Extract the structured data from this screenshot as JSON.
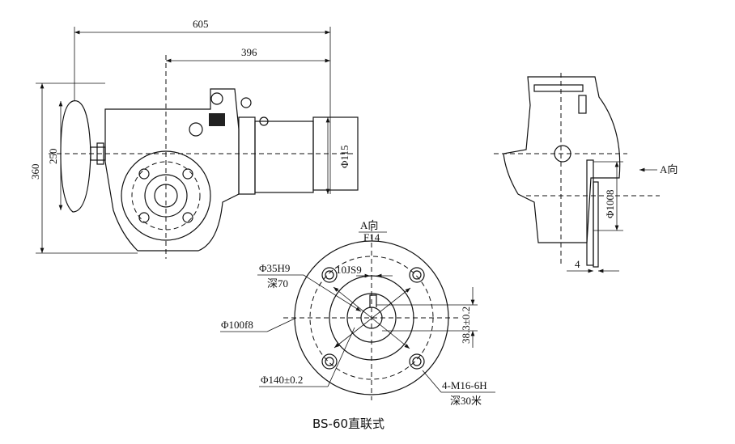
{
  "front_view": {
    "dim_overall_length": "605",
    "dim_center_to_end": "396",
    "dim_height": "360",
    "dim_handwheel": "250",
    "dim_motor_dia": "Φ115"
  },
  "side_view": {
    "dim_flange": "Φ1008",
    "dim_offset": "4",
    "view_arrow_label": "A向"
  },
  "flange_view": {
    "view_label": "A向",
    "flange_code": "F14",
    "bore": "Φ35H9",
    "bore_depth": "深70",
    "keyway": "10JS9",
    "key_height": "38.3±0.2",
    "spigot": "Φ100f8",
    "pcd": "Φ140±0.2",
    "thread": "4-M16-6H",
    "thread_depth": "深30米"
  },
  "caption": "BS-60直联式"
}
